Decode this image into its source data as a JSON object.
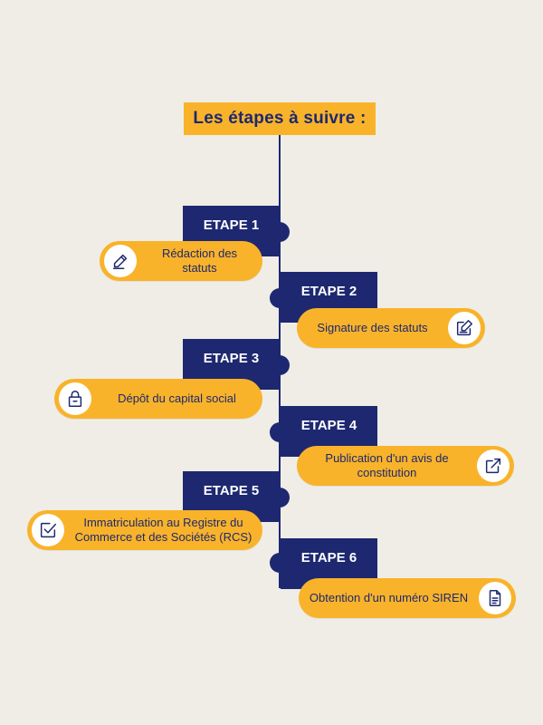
{
  "title": "Les étapes à suivre :",
  "steps": [
    {
      "label": "ETAPE 1",
      "text": "Rédaction des statuts",
      "icon": "pen-icon"
    },
    {
      "label": "ETAPE 2",
      "text": "Signature des statuts",
      "icon": "signature-icon"
    },
    {
      "label": "ETAPE 3",
      "text": "Dépôt du capital social",
      "icon": "lock-icon"
    },
    {
      "label": "ETAPE 4",
      "text": "Publication d'un avis de constitution",
      "icon": "external-link-icon"
    },
    {
      "label": "ETAPE 5",
      "text": "Immatriculation au Registre du Commerce et des Sociétés (RCS)",
      "icon": "checkbox-icon"
    },
    {
      "label": "ETAPE 6",
      "text": "Obtention d'un numéro SIREN",
      "icon": "document-icon"
    }
  ],
  "colors": {
    "navy": "#1d2870",
    "yellow": "#f9b32a",
    "background": "#efede6"
  }
}
